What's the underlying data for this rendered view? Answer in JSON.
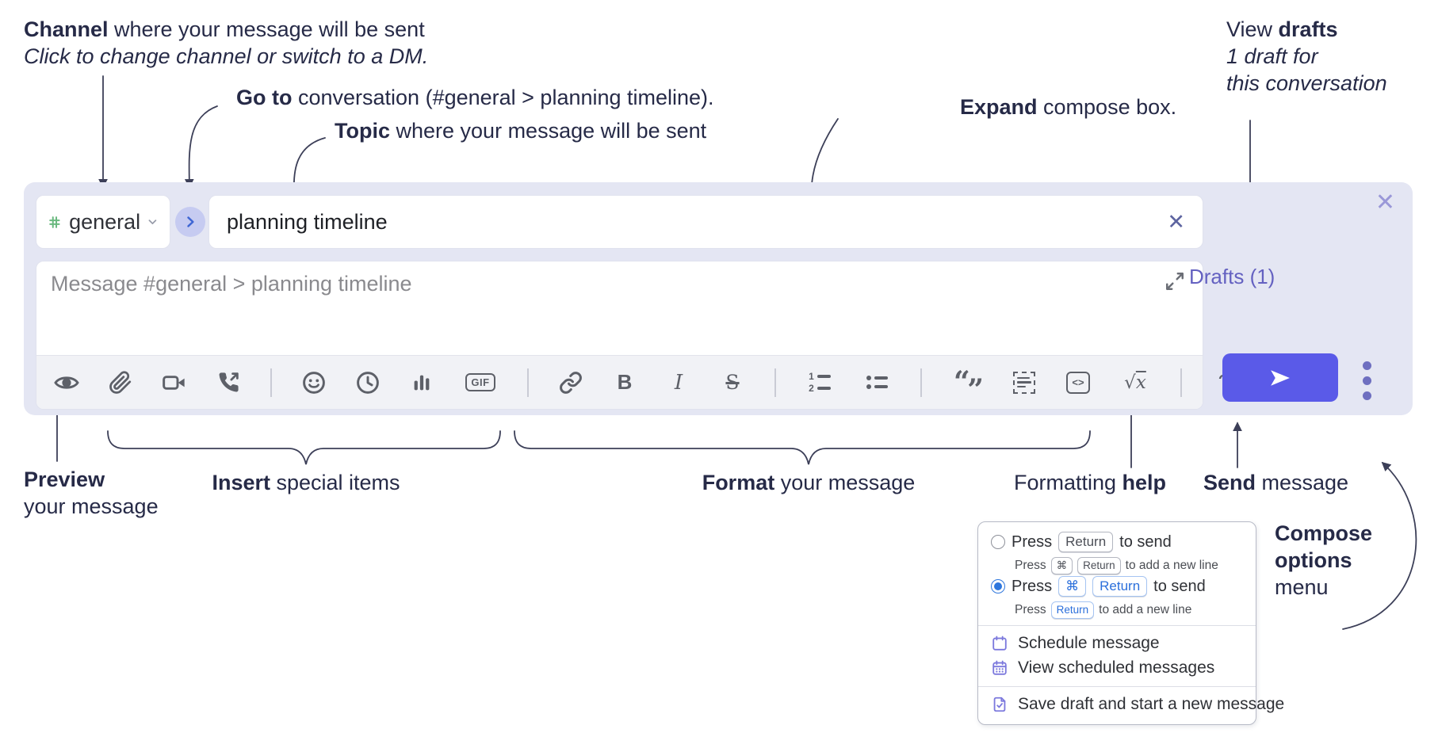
{
  "annotations": {
    "channel_bold": "Channel",
    "channel_rest": " where your message will be sent",
    "channel_sub": "Click to change channel or switch to a DM.",
    "goto_bold": "Go to",
    "goto_rest": " conversation (#general > planning timeline).",
    "topic_bold": "Topic",
    "topic_rest": " where your message will be sent",
    "expand_bold": "Expand",
    "expand_rest": " compose box.",
    "drafts_pre": "View ",
    "drafts_bold": "drafts",
    "drafts_line2": "1 draft for",
    "drafts_line3": "this conversation",
    "preview_bold": "Preview",
    "preview_line2": "your message",
    "insert_bold": "Insert",
    "insert_rest": " special items",
    "format_bold": "Format",
    "format_rest": " your message",
    "help_pre": "Formatting ",
    "help_bold": "help",
    "send_bold": "Send",
    "send_rest": " message",
    "compose_options_line1": "Compose",
    "compose_options_line2": "options",
    "compose_options_line3": "menu"
  },
  "compose": {
    "channel_name": "general",
    "topic_value": "planning timeline",
    "message_placeholder": "Message #general > planning timeline",
    "drafts_label": "Drafts (1)"
  },
  "icon_glyphs": {
    "close": "✕",
    "topic_clear": "✕",
    "gif": "GIF",
    "bold": "B",
    "italic": "I",
    "strike": "S",
    "quote_open": "“",
    "quote_close": "”",
    "code": "<>",
    "math_root": "√",
    "math_x": "x",
    "help": "?",
    "ol_1": "1",
    "ol_2": "2"
  },
  "toolbar_icon_names": [
    "preview",
    "attach-file",
    "video-call",
    "voice-call",
    "emoji",
    "time",
    "poll",
    "gif",
    "link",
    "bold",
    "italic",
    "strikethrough",
    "numbered-list",
    "bulleted-list",
    "quote",
    "spoiler",
    "code",
    "math",
    "help"
  ],
  "popup": {
    "option1": {
      "press": "Press",
      "key": "Return",
      "suffix": "to send",
      "sub_press": "Press",
      "sub_keys": [
        "⌘",
        "Return"
      ],
      "sub_suffix": "to add a new line"
    },
    "option2": {
      "press": "Press",
      "keys": [
        "⌘",
        "Return"
      ],
      "suffix": "to send",
      "sub_press": "Press",
      "sub_key": "Return",
      "sub_suffix": "to add a new line"
    },
    "menu_items": [
      "Schedule message",
      "View scheduled messages",
      "Save draft and start a new message"
    ]
  },
  "colors": {
    "accent_send": "#5a5ae8",
    "compose_bg": "#e4e6f3",
    "channel_hash_green": "#6ab97f",
    "drafts_purple": "#6461c1",
    "popup_blue": "#2f77dd",
    "menu_icon_purple": "#7c79dd",
    "annotation_ink": "#262a47"
  }
}
